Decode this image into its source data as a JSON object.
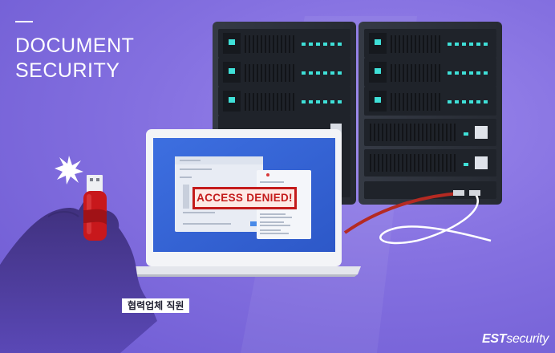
{
  "title": {
    "line1": "DOCUMENT",
    "line2": "SECURITY"
  },
  "alert": {
    "text": "ACCESS DENIED!"
  },
  "caption": {
    "text": "협력업체 직원"
  },
  "brand": {
    "bold": "EST",
    "rest": "security"
  },
  "colors": {
    "background": "#8470e0",
    "server": "#2b2f38",
    "led": "#3fe0d8",
    "usb": "#c8181c",
    "alert": "#c41b1b",
    "screen": "#3c6ad8"
  },
  "icons": [
    "server-rack-icon",
    "laptop-icon",
    "usb-drive-icon",
    "spark-icon",
    "hand-silhouette-icon",
    "cable-icon"
  ]
}
